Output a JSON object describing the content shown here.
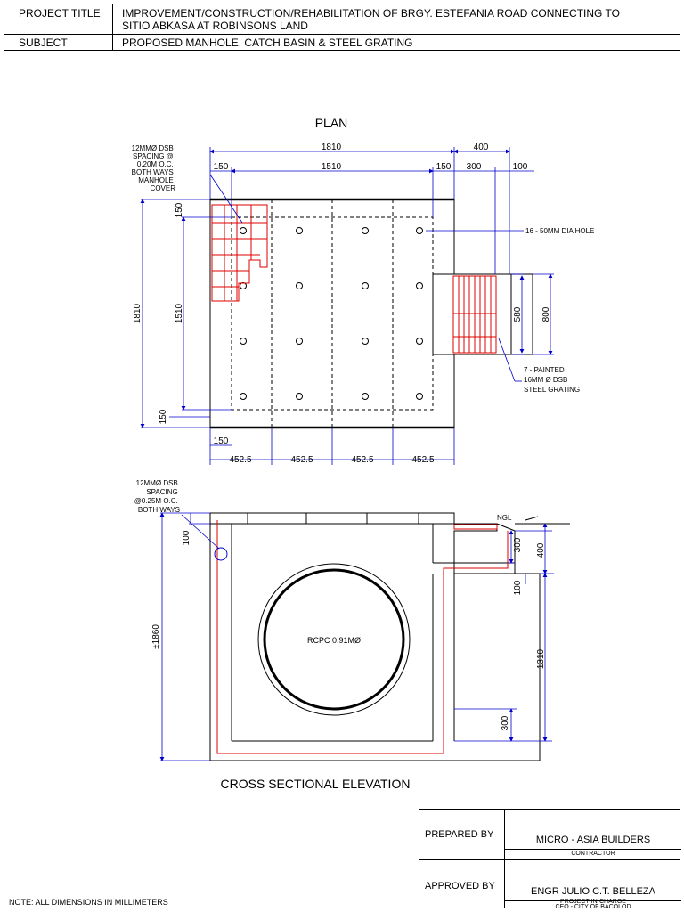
{
  "header": {
    "project_title_label": "PROJECT TITLE",
    "project_title_line1": "IMPROVEMENT/CONSTRUCTION/REHABILITATION OF BRGY. ESTEFANIA ROAD CONNECTING TO",
    "project_title_line2": "SITIO ABKASA AT ROBINSONS LAND",
    "subject_label": "SUBJECT",
    "subject_value": "PROPOSED MANHOLE, CATCH BASIN & STEEL GRATING"
  },
  "plan": {
    "title": "PLAN",
    "note_rebar": [
      "12MMØ DSB",
      "SPACING @",
      "0.20M O.C.",
      "BOTH WAYS",
      "MANHOLE",
      "COVER"
    ],
    "note_holes": "16 - 50MM DIA HOLE",
    "note_grating": [
      "7 - PAINTED",
      "16MM Ø DSB",
      "STEEL GRATING"
    ],
    "dim_overall_width": "1810",
    "dim_ext_width": "400",
    "dim_left_wall": "150",
    "dim_inner_width": "1510",
    "dim_right_wall": "150",
    "dim_ext_inner": "300",
    "dim_ext_wall": "100",
    "dim_overall_height": "1810",
    "dim_top_wall": "150",
    "dim_inner_height": "1510",
    "dim_bottom_wall": "150",
    "dim_bottom_left": "150",
    "dim_grating_inner": "580",
    "dim_grating_outer": "800",
    "dim_bays": [
      "452.5",
      "452.5",
      "452.5",
      "452.5"
    ]
  },
  "section": {
    "title": "CROSS SECTIONAL ELEVATION",
    "note_rebar": [
      "12MMØ DSB",
      "SPACING",
      "@0.25M O.C.",
      "BOTH WAYS"
    ],
    "pipe_label": "RCPC 0.91MØ",
    "ngl": "NGL",
    "dim_total_height": "±1860",
    "dim_top_slab": "100",
    "dim_ext_300": "300",
    "dim_ext_400": "400",
    "dim_ext_slab": "100",
    "dim_1310": "1310",
    "dim_bottom_300": "300"
  },
  "titleblock": {
    "prepared_label": "PREPARED BY",
    "prepared_name": "MICRO - ASIA BUILDERS",
    "prepared_role": "CONTRACTOR",
    "approved_label": "APPROVED BY",
    "approved_name": "ENGR JULIO C.T. BELLEZA",
    "approved_role1": "PROJECT-IN-CHARGE",
    "approved_role2": "CEO - CITY OF BACOLOD"
  },
  "note": "NOTE: ALL DIMENSIONS IN MILLIMETERS",
  "colors": {
    "dimension": "#0000cc",
    "rebar": "#dd0000",
    "outline": "#000000"
  }
}
